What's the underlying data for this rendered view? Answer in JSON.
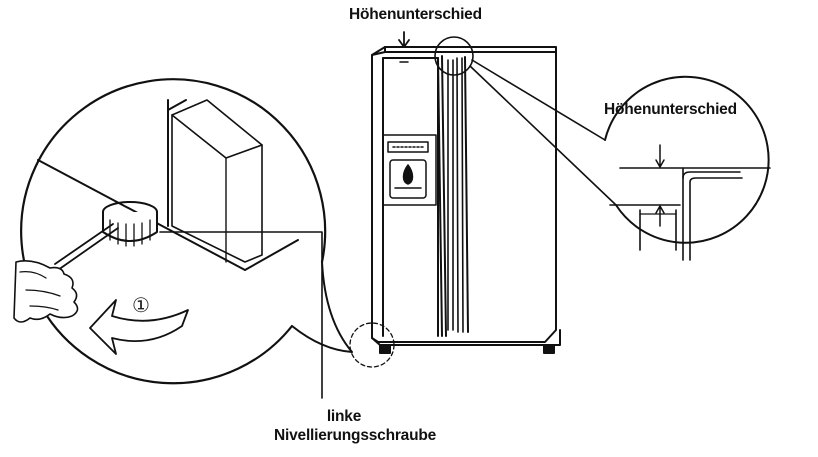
{
  "labels": {
    "height_difference_top": "Höhenunterschied",
    "height_difference_detail": "Höhenunterschied",
    "left_leveling_screw_line1": "linke",
    "left_leveling_screw_line2": "Nivellierungsschraube"
  },
  "step_marker": "①",
  "colors": {
    "ink": "#111111",
    "background": "#ffffff"
  }
}
